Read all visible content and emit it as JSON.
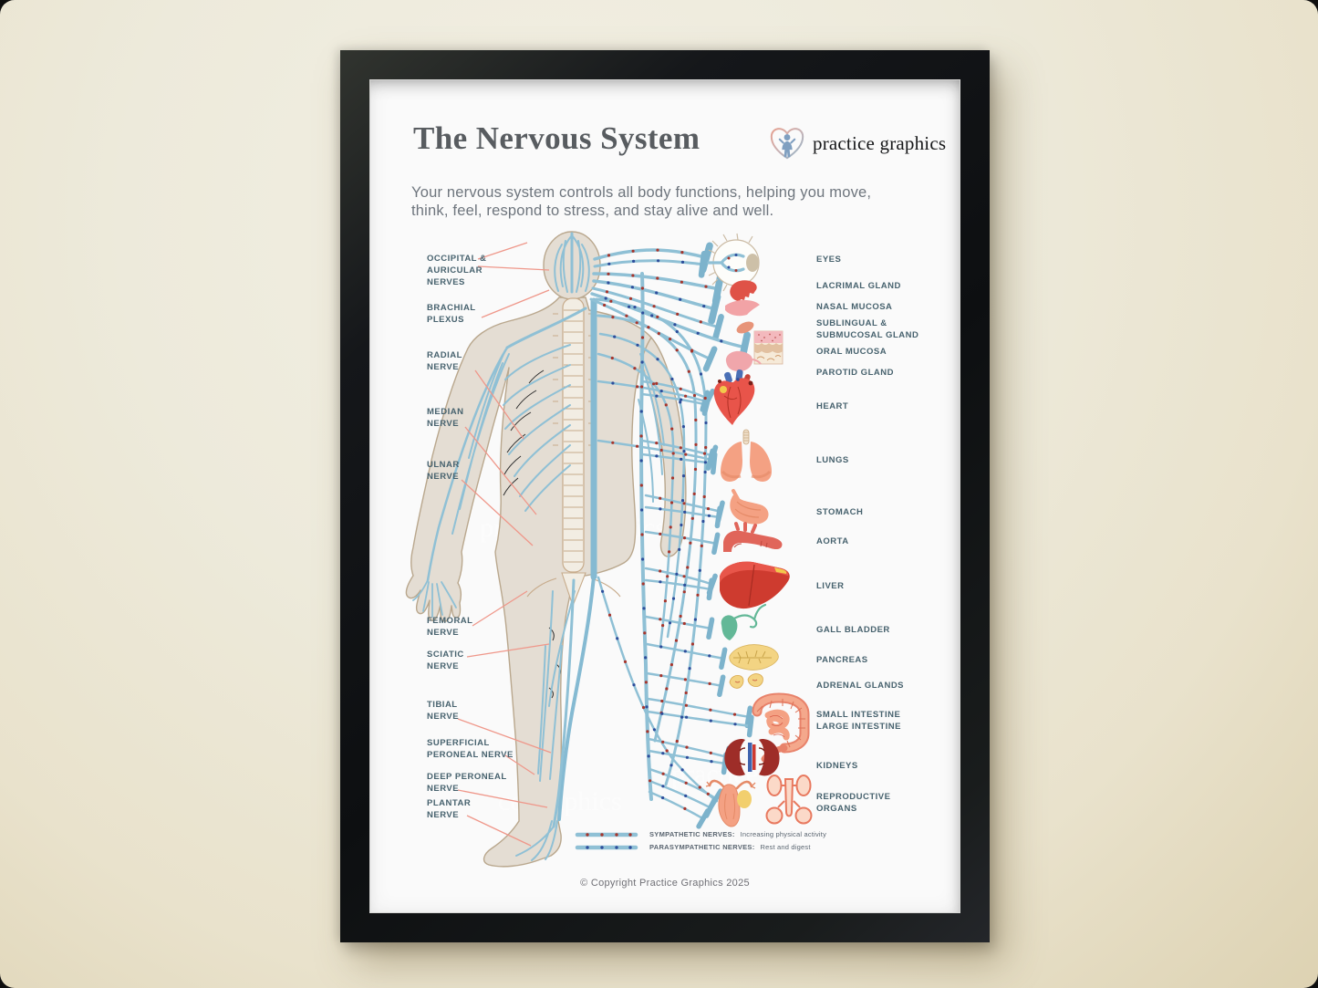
{
  "poster": {
    "title": "The Nervous System",
    "logo_text": "practice graphics",
    "subtitle_line1": "Your nervous system controls all body functions, helping you move,",
    "subtitle_line2": "think, feel, respond to stress, and stay alive and well.",
    "left_labels": [
      "OCCIPITAL & AURICULAR NERVES",
      "BRACHIAL PLEXUS",
      "RADIAL NERVE",
      "MEDIAN NERVE",
      "ULNAR NERVE",
      "FEMORAL NERVE",
      "SCIATIC NERVE",
      "TIBIAL NERVE",
      "SUPERFICIAL PERONEAL NERVE",
      "DEEP PERONEAL NERVE",
      "PLANTAR NERVE"
    ],
    "right_labels": [
      "EYES",
      "LACRIMAL GLAND",
      "NASAL MUCOSA",
      "SUBLINGUAL & SUBMUCOSAL GLAND",
      "ORAL MUCOSA",
      "PAROTID GLAND",
      "HEART",
      "LUNGS",
      "STOMACH",
      "AORTA",
      "LIVER",
      "GALL BLADDER",
      "PANCREAS",
      "ADRENAL GLANDS",
      "SMALL INTESTINE LARGE INTESTINE",
      "KIDNEYS",
      "REPRODUCTIVE ORGANS"
    ],
    "legend": [
      {
        "name": "SYMPATHETIC NERVES:",
        "desc": "Increasing physical activity"
      },
      {
        "name": "PARASYMPATHETIC NERVES:",
        "desc": "Rest and digest"
      }
    ],
    "footer": "© Copyright Practice Graphics 2025",
    "colors": {
      "nerve_blue": "#8fc0d5",
      "sympathetic_dot_red": "#a7352c",
      "parasympathetic_dot_blue": "#2d4d9b",
      "leader_salmon": "#ef978a",
      "label_teal": "#47626e",
      "frame_black": "#15171a",
      "wall_cream": "#edeadb"
    }
  }
}
